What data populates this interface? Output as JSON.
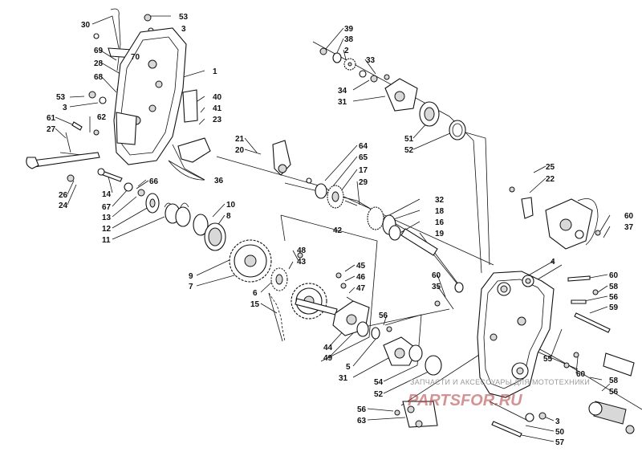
{
  "labels": [
    "30",
    "53",
    "3",
    "69",
    "70",
    "28",
    "68",
    "1",
    "53",
    "3",
    "40",
    "41",
    "23",
    "61",
    "27",
    "62",
    "21",
    "20",
    "36",
    "14",
    "67",
    "13",
    "12",
    "11",
    "26",
    "24",
    "66",
    "10",
    "8",
    "9",
    "7",
    "6",
    "15",
    "48",
    "43",
    "42",
    "45",
    "46",
    "47",
    "44",
    "49",
    "5",
    "31",
    "56",
    "60",
    "35",
    "54",
    "52",
    "39",
    "38",
    "2",
    "33",
    "34",
    "31",
    "51",
    "52",
    "64",
    "65",
    "17",
    "29",
    "32",
    "18",
    "16",
    "19",
    "25",
    "22",
    "60",
    "37",
    "4",
    "60",
    "58",
    "56",
    "59",
    "55",
    "60",
    "58",
    "56",
    "56",
    "63",
    "3",
    "50",
    "57"
  ],
  "watermark": {
    "text": "ЗАПЧАСТИ И АКСЕССУАРЫ ДЛЯ МОТОТЕХНИКИ",
    "logo": "PARTSFOR.RU"
  }
}
